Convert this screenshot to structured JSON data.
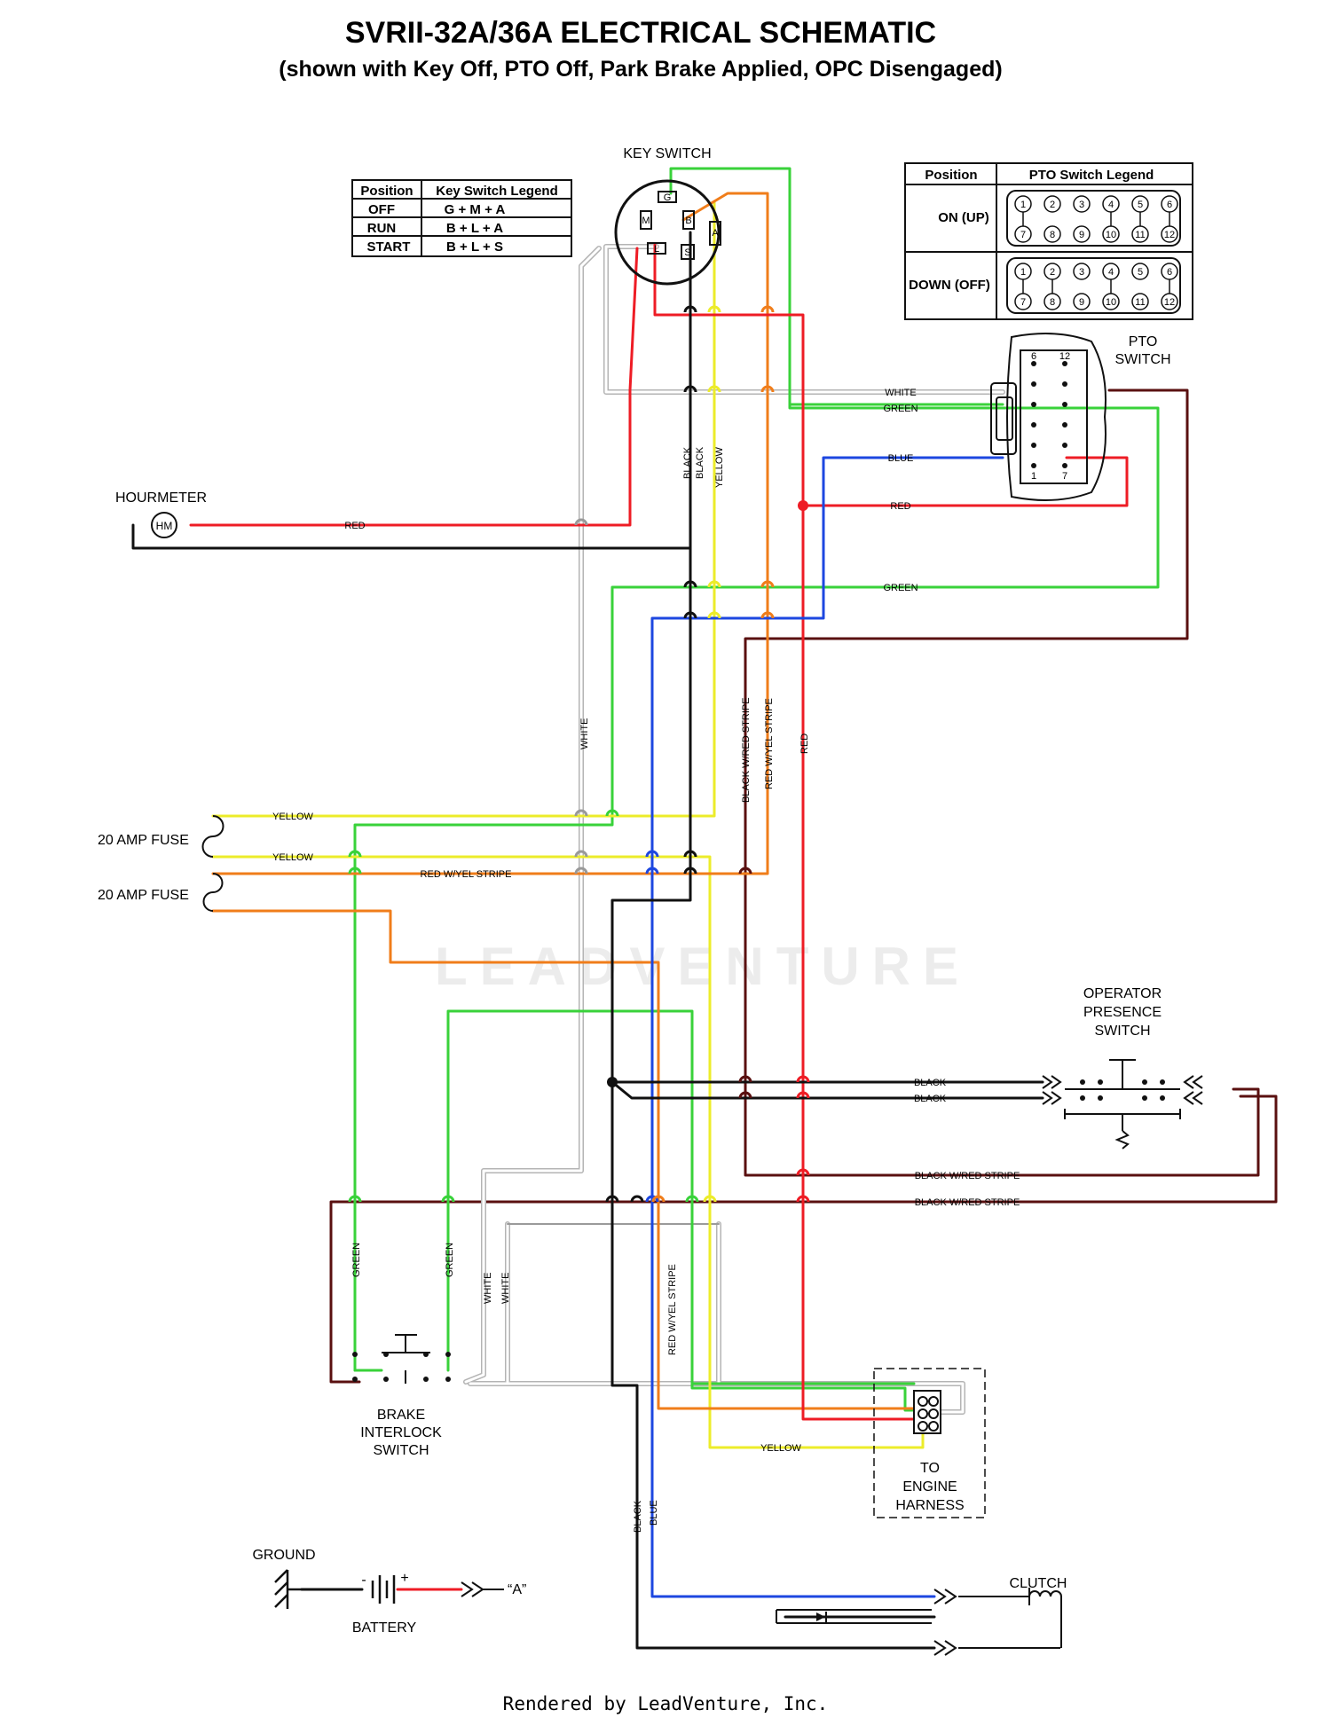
{
  "title": "SVRII-32A/36A ELECTRICAL SCHEMATIC",
  "subtitle": "(shown with Key Off, PTO Off, Park Brake Applied, OPC Disengaged)",
  "footer": "Rendered by LeadVenture, Inc.",
  "watermark": "LEADVENTURE",
  "key_switch": {
    "label": "KEY SWITCH",
    "terminals": [
      "G",
      "M",
      "B",
      "A",
      "L",
      "S"
    ]
  },
  "key_legend": {
    "headers": [
      "Position",
      "Key Switch Legend"
    ],
    "rows": [
      [
        "OFF",
        "G + M + A"
      ],
      [
        "RUN",
        "B + L + A"
      ],
      [
        "START",
        "B + L + S"
      ]
    ]
  },
  "pto_legend": {
    "headers": [
      "Position",
      "PTO Switch Legend"
    ],
    "rows": [
      "ON (UP)",
      "DOWN (OFF)"
    ],
    "pins_top": [
      "1",
      "2",
      "3",
      "4",
      "5",
      "6"
    ],
    "pins_bottom": [
      "7",
      "8",
      "9",
      "10",
      "11",
      "12"
    ]
  },
  "components": {
    "pto_switch": [
      "PTO",
      "SWITCH"
    ],
    "pto_pins": [
      "6",
      "12",
      "1",
      "7"
    ],
    "hourmeter": "HOURMETER",
    "hm": "HM",
    "fuse_1": "20 AMP FUSE",
    "fuse_2": "20 AMP FUSE",
    "ops": [
      "OPERATOR",
      "PRESENCE",
      "SWITCH"
    ],
    "brake": [
      "BRAKE",
      "INTERLOCK",
      "SWITCH"
    ],
    "engine": [
      "TO",
      "ENGINE",
      "HARNESS"
    ],
    "ground": "GROUND",
    "battery": "BATTERY",
    "battery_minus": "-",
    "battery_plus": "+",
    "a_ref": "“A”",
    "clutch": "CLUTCH"
  },
  "wire_labels": {
    "white_pto": "WHITE",
    "green_pto": "GREEN",
    "blue_pto": "BLUE",
    "red_pto": "RED",
    "red_hm": "RED",
    "green_mid": "GREEN",
    "black_1": "BLACK",
    "black_2": "BLACK",
    "yellow_v": "YELLOW",
    "white_v": "WHITE",
    "bwrs_v": "BLACK W/RED STRIPE",
    "rwys_v": "RED W/YEL STRIPE",
    "red_v": "RED",
    "yellow_f1": "YELLOW",
    "yellow_f2": "YELLOW",
    "rwys_f": "RED W/YEL STRIPE",
    "black_ops1": "BLACK",
    "black_ops2": "BLACK",
    "bwrs_ops1": "BLACK W/RED STRIPE",
    "bwrs_ops2": "BLACK W/RED STRIPE",
    "green_b1": "GREEN",
    "green_b2": "GREEN",
    "white_b1": "WHITE",
    "white_b2": "WHITE",
    "rwys_low": "RED W/YEL STRIPE",
    "yellow_eng": "YELLOW",
    "black_low": "BLACK",
    "blue_low": "BLUE"
  },
  "colors": {
    "red": "#ee1c25",
    "green": "#39d23a",
    "yellow": "#ecec2a",
    "blue": "#1d47e0",
    "orange": "#f07d1a",
    "black": "#111111",
    "white_wire": "#b4b4b4",
    "maroon": "#5a1010"
  }
}
